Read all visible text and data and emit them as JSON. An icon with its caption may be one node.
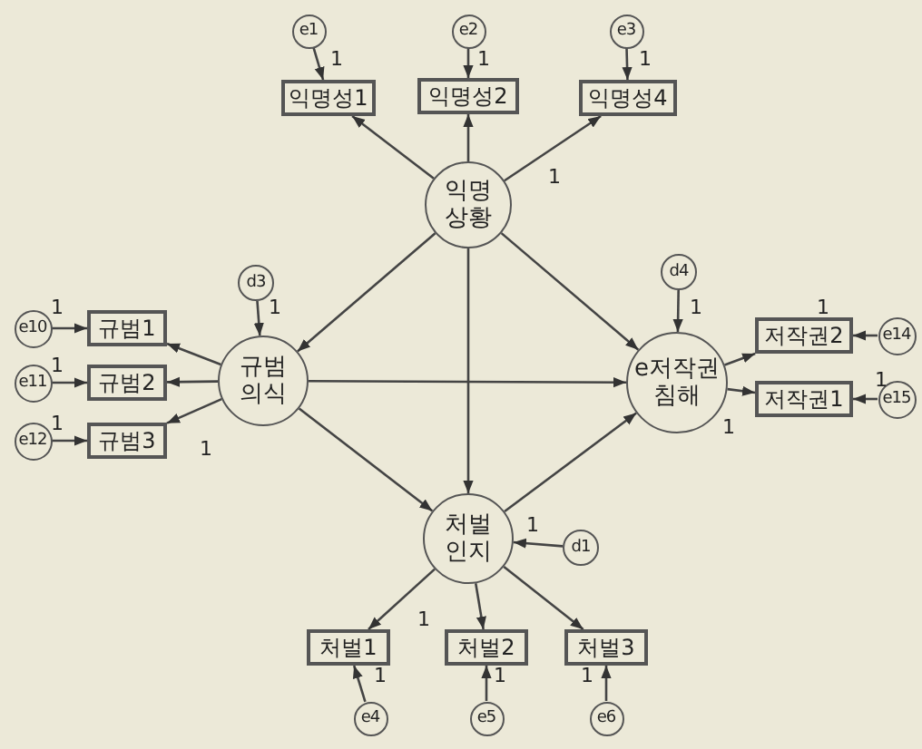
{
  "diagram": {
    "nodes": [
      {
        "text": [
          "e1"
        ]
      },
      {
        "text": [
          "e2"
        ]
      },
      {
        "text": [
          "e3"
        ]
      },
      {
        "text": [
          "익명성1"
        ]
      },
      {
        "text": [
          "익명성2"
        ]
      },
      {
        "text": [
          "익명성4"
        ]
      },
      {
        "text": [
          "익명 상황"
        ]
      },
      {
        "text": [
          "d3"
        ]
      },
      {
        "text": [
          "d4"
        ]
      },
      {
        "text": [
          "e10"
        ]
      },
      {
        "text": [
          "규범1"
        ]
      },
      {
        "text": [
          "저작권2"
        ]
      },
      {
        "text": [
          "e14"
        ]
      },
      {
        "text": [
          "e11"
        ]
      },
      {
        "text": [
          "규범2"
        ]
      },
      {
        "text": [
          "규범 의식"
        ]
      },
      {
        "text": [
          "e저작권 침해"
        ]
      },
      {
        "text": [
          "저작권1"
        ]
      },
      {
        "text": [
          "e15"
        ]
      },
      {
        "text": [
          "e12"
        ]
      },
      {
        "text": [
          "규범3"
        ]
      },
      {
        "text": [
          "처벌 인지"
        ]
      },
      {
        "text": [
          "d1"
        ]
      },
      {
        "text": [
          "처벌1"
        ]
      },
      {
        "text": [
          "처벌2"
        ]
      },
      {
        "text": [
          "처벌3"
        ]
      },
      {
        "text": [
          "e4"
        ]
      },
      {
        "text": [
          "e5"
        ]
      },
      {
        "text": [
          "e6"
        ]
      }
    ],
    "edges": [
      {
        "from": 0,
        "to": 3,
        "arrow": "to"
      },
      {
        "from": 1,
        "to": 4,
        "arrow": "to"
      },
      {
        "from": 2,
        "to": 5,
        "arrow": "to"
      },
      {
        "from": 6,
        "to": 3,
        "arrow": "to"
      },
      {
        "from": 6,
        "to": 4,
        "arrow": "to"
      },
      {
        "from": 6,
        "to": 5,
        "arrow": "to"
      },
      {
        "from": 6,
        "to": 15,
        "arrow": "to"
      },
      {
        "from": 6,
        "to": 16,
        "arrow": "to"
      },
      {
        "from": 6,
        "to": 21,
        "arrow": "to"
      },
      {
        "from": 7,
        "to": 15,
        "arrow": "to"
      },
      {
        "from": 8,
        "to": 16,
        "arrow": "to"
      },
      {
        "from": 15,
        "to": 10,
        "arrow": "to"
      },
      {
        "from": 15,
        "to": 14,
        "arrow": "to"
      },
      {
        "from": 15,
        "to": 20,
        "arrow": "to"
      },
      {
        "from": 9,
        "to": 10,
        "arrow": "to"
      },
      {
        "from": 13,
        "to": 14,
        "arrow": "to"
      },
      {
        "from": 19,
        "to": 20,
        "arrow": "to"
      },
      {
        "from": 15,
        "to": 16,
        "arrow": "to"
      },
      {
        "from": 15,
        "to": 21,
        "arrow": "to"
      },
      {
        "from": 21,
        "to": 16,
        "arrow": "to"
      },
      {
        "from": 16,
        "to": 11,
        "arrow": "to"
      },
      {
        "from": 16,
        "to": 17,
        "arrow": "to"
      },
      {
        "from": 12,
        "to": 11,
        "arrow": "to"
      },
      {
        "from": 18,
        "to": 17,
        "arrow": "to"
      },
      {
        "from": 22,
        "to": 21,
        "arrow": "to"
      },
      {
        "from": 21,
        "to": 23,
        "arrow": "to"
      },
      {
        "from": 21,
        "to": 24,
        "arrow": "to"
      },
      {
        "from": 21,
        "to": 25,
        "arrow": "to"
      },
      {
        "from": 26,
        "to": 23,
        "arrow": "to"
      },
      {
        "from": 27,
        "to": 24,
        "arrow": "to"
      },
      {
        "from": 28,
        "to": 25,
        "arrow": "to"
      }
    ],
    "labels": [
      "1",
      "1",
      "1",
      "1",
      "1",
      "1",
      "1",
      "1",
      "1",
      "1",
      "1",
      "1",
      "1",
      "1",
      "1",
      "1",
      "1",
      "1"
    ]
  }
}
